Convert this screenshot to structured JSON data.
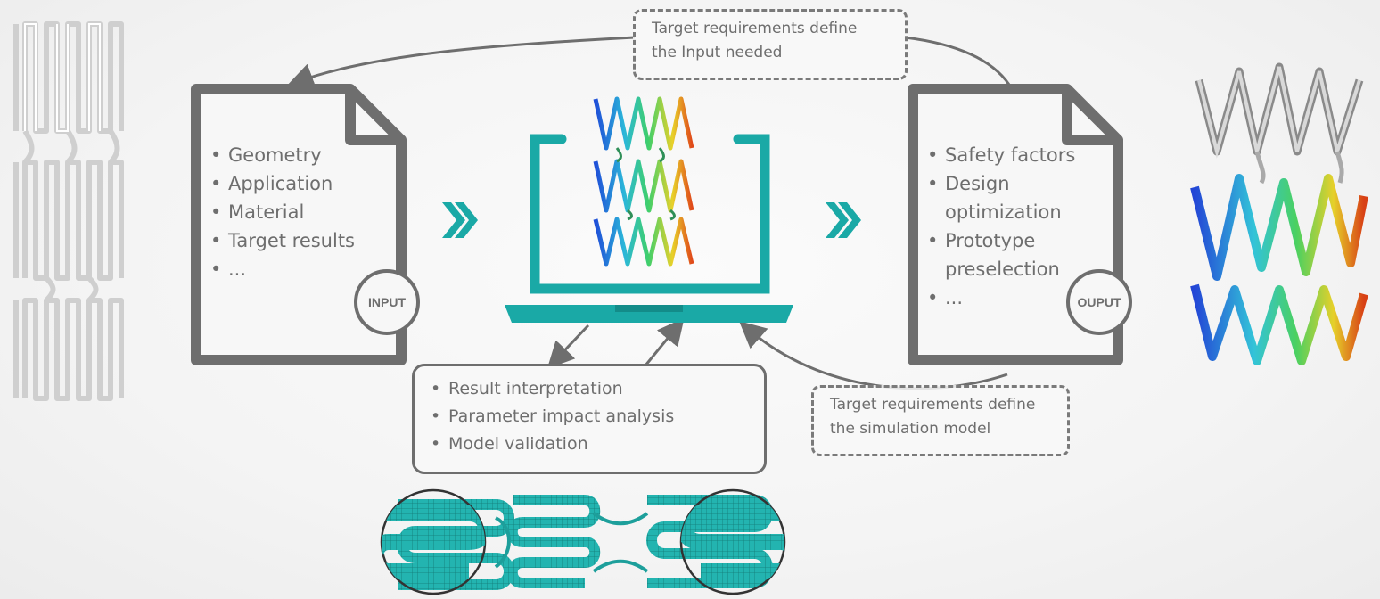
{
  "input_doc": {
    "items": [
      "Geometry",
      "Application",
      "Material",
      "Target results",
      "..."
    ],
    "badge": "INPUT"
  },
  "output_doc": {
    "items": [
      "Safety factors",
      "Design optimization",
      "Prototype preselection",
      "..."
    ],
    "badge": "OUPUT"
  },
  "top_note": {
    "line1": "Target requirements define",
    "line2": "the Input needed"
  },
  "bottom_note": {
    "line1": "Target requirements define",
    "line2": "the simulation model"
  },
  "center_box": {
    "items": [
      "Result interpretation",
      "Parameter impact analysis",
      "Model validation"
    ]
  },
  "colors": {
    "teal": "#1aa9a6",
    "gray": "#6e6e6e",
    "stent_silver": "#d0d0d0"
  },
  "icons": [
    "stent-image",
    "document-icon",
    "laptop-icon",
    "double-chevron-icon",
    "mesh-model-image"
  ]
}
